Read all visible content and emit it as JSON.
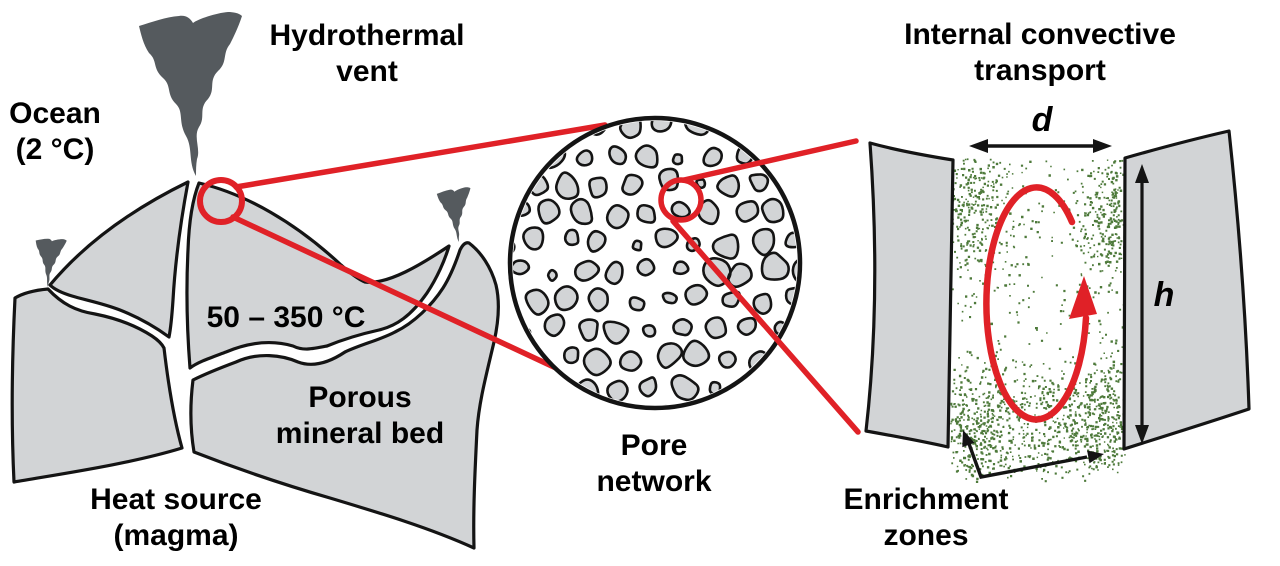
{
  "colors": {
    "rock_gray": "#d2d4d6",
    "outline": "#141414",
    "smoke_gray": "#555a5e",
    "highlight_red": "#e02127",
    "enrichment_green": "#4e7a3b",
    "text": "#000000"
  },
  "panels": {
    "vent_field": {
      "ocean_label": [
        "Ocean",
        "(2 °C)"
      ],
      "vent_label": [
        "Hydrothermal",
        "vent"
      ],
      "temperature_label": "50 – 350 °C",
      "bed_label": [
        "Porous",
        "mineral bed"
      ],
      "heat_label": [
        "Heat source",
        "(magma)"
      ]
    },
    "pore_network": {
      "label": [
        "Pore",
        "network"
      ]
    },
    "pore_detail": {
      "title": [
        "Internal convective",
        "transport"
      ],
      "width_symbol": "d",
      "height_symbol": "h",
      "enrichment_label": [
        "Enrichment",
        "zones"
      ]
    }
  }
}
